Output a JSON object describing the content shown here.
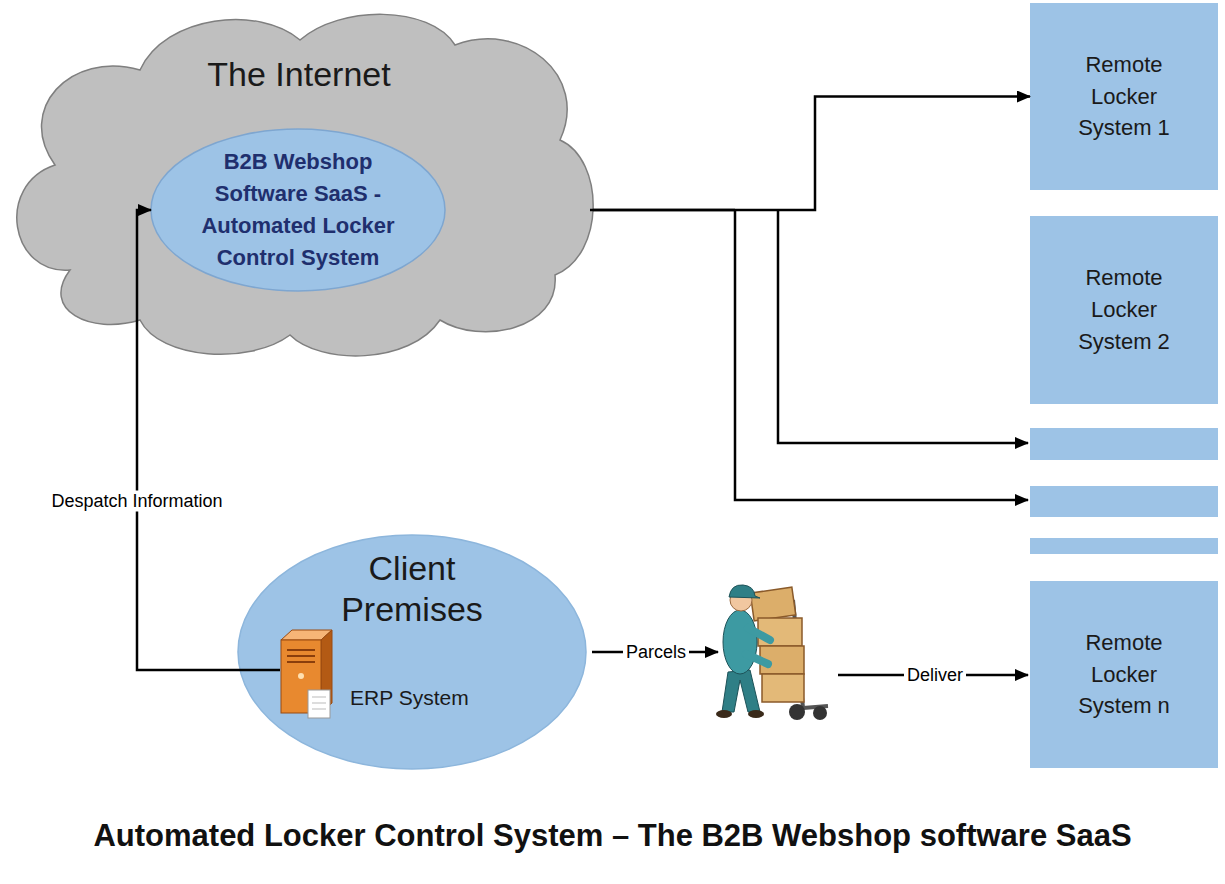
{
  "diagram": {
    "caption": "Automated Locker Control System – The B2B Webshop software SaaS",
    "nodes": [
      {
        "text": [
          "The Internet"
        ]
      },
      {
        "text": [
          "B2B Webshop Software SaaS - Automated Locker Control System"
        ],
        "in": 0
      },
      {
        "text": [
          "Remote Locker System 1"
        ]
      },
      {
        "text": [
          "Remote Locker System 2"
        ]
      },
      {
        "text": [
          "Client Premises"
        ]
      },
      {
        "text": [
          "ERP System"
        ],
        "in": 4
      },
      {
        "text": [
          "Remote Locker System n"
        ]
      }
    ],
    "edges": [
      {
        "from": 5,
        "to": 1,
        "label": "Despatch Information",
        "arrow": "to"
      },
      {
        "from": 0,
        "to": 2,
        "arrow": "to"
      }
    ],
    "labels": [
      "Parcels",
      "Deliver"
    ]
  }
}
